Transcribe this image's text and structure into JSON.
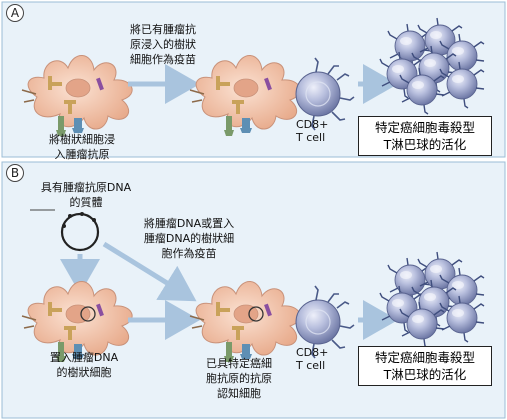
{
  "panels": [
    {
      "letter": "A",
      "step1_caption": "將樹狀細胞浸\n入腫瘤抗原",
      "arrow1_caption": "將已有腫瘤抗\n原浸入的樹狀\n細胞作為疫苗",
      "tcell_label": "CD8+\nT cell",
      "outcome": "特定癌細胞毒殺型\nT淋巴球的活化"
    },
    {
      "letter": "B",
      "plasmid_caption": "具有腫瘤抗原DNA\n的質體",
      "arrow_caption": "將腫瘤DNA或置入\n腫瘤DNA的樹狀細\n胞作為疫苗",
      "step1_caption": "置入腫瘤DNA\n的樹狀細胞",
      "step2_caption": "已具特定癌細\n胞抗原的抗原\n認知細胞",
      "tcell_label": "CD8+\nT cell",
      "outcome": "特定癌細胞毒殺型\nT淋巴球的活化"
    }
  ],
  "colors": {
    "panel_bg": "#e9f2f9",
    "panel_border": "#9bbcd6",
    "dendritic_cell": "#f1c2a8",
    "dendritic_cell_edge": "#c9927a",
    "tcell": "#9ea6c8",
    "tcell_inner": "#c8cde6",
    "arrow": "#a9c4de",
    "receptor": "#5a6fa0"
  },
  "icons": [
    "dendritic-cell-icon",
    "t-cell-icon",
    "activated-t-cell-cluster-icon",
    "plasmid-icon"
  ]
}
